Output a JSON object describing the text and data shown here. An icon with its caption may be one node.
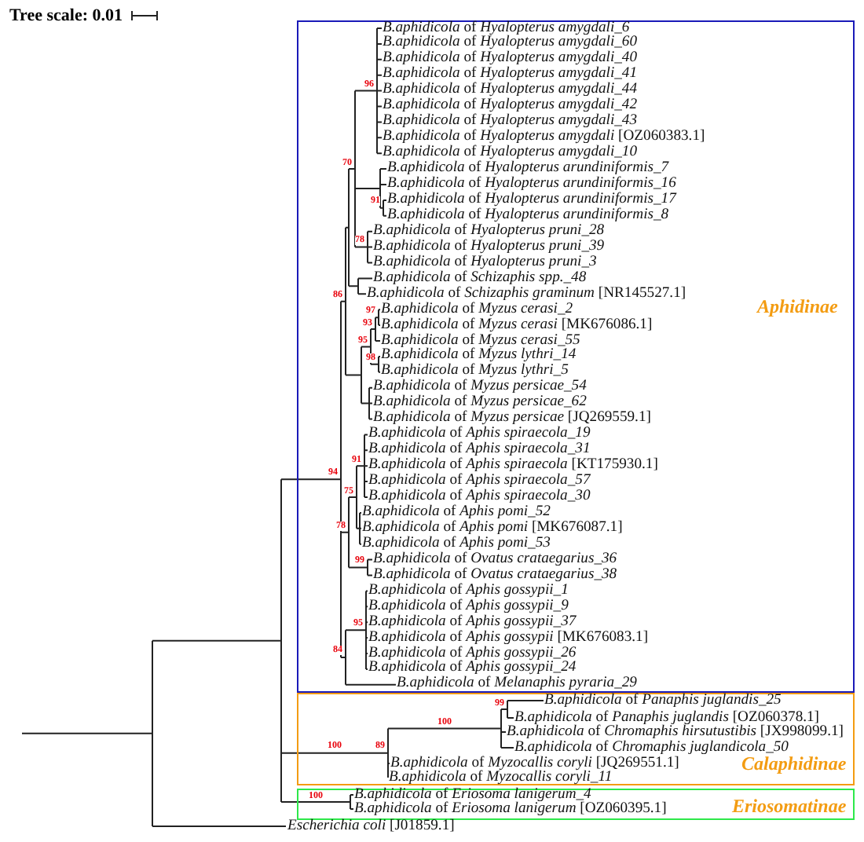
{
  "diagram": {
    "nodes": [
      {
        "text": [
          "Aphidinae"
        ]
      },
      {
        "text": [
          "*B.aphidicola* of *Hyalopterus amygdali_6*"
        ],
        "in": 0
      },
      {
        "text": [
          "*B.aphidicola* of *Hyalopterus amygdali_60*"
        ],
        "in": 0
      },
      {
        "text": [
          "*B.aphidicola* of *Hyalopterus amygdali_40*"
        ],
        "in": 0
      },
      {
        "text": [
          "*B.aphidicola* of *Hyalopterus amygdali_41*"
        ],
        "in": 0
      },
      {
        "text": [
          "*B.aphidicola* of *Hyalopterus amygdali_44*"
        ],
        "in": 0
      },
      {
        "text": [
          "*B.aphidicola* of *Hyalopterus amygdali_42*"
        ],
        "in": 0
      },
      {
        "text": [
          "*B.aphidicola* of *Hyalopterus amygdali_43*"
        ],
        "in": 0
      },
      {
        "text": [
          "*B.aphidicola* of *Hyalopterus amygdali* [OZ060383.1]"
        ],
        "in": 0
      },
      {
        "text": [
          "*B.aphidicola* of *Hyalopterus amygdali_10*"
        ],
        "in": 0
      },
      {
        "text": [
          "*B.aphidicola* of *Hyalopterus arundiniformis_7*"
        ],
        "in": 0
      },
      {
        "text": [
          "*B.aphidicola* of *Hyalopterus arundiniformis_16*"
        ],
        "in": 0
      },
      {
        "text": [
          "*B.aphidicola* of *Hyalopterus arundiniformis_17*"
        ],
        "in": 0
      },
      {
        "text": [
          "*B.aphidicola* of *Hyalopterus arundiniformis_8*"
        ],
        "in": 0
      },
      {
        "text": [
          "*B.aphidicola* of *Hyalopterus pruni_28*"
        ],
        "in": 0
      },
      {
        "text": [
          "*B.aphidicola* of *Hyalopterus pruni_39*"
        ],
        "in": 0
      },
      {
        "text": [
          "*B.aphidicola* of *Hyalopterus pruni_3*"
        ],
        "in": 0
      },
      {
        "text": [
          "*B.aphidicola* of *Schizaphis spp._48*"
        ],
        "in": 0
      },
      {
        "text": [
          "*B.aphidicola* of *Schizaphis graminum* [NR145527.1]"
        ],
        "in": 0
      },
      {
        "text": [
          "*B.aphidicola* of *Myzus cerasi_2*"
        ],
        "in": 0
      },
      {
        "text": [
          "*B.aphidicola* of *Myzus cerasi* [MK676086.1]"
        ],
        "in": 0
      },
      {
        "text": [
          "*B.aphidicola* of *Myzus cerasi_55*"
        ],
        "in": 0
      },
      {
        "text": [
          "*B.aphidicola* of *Myzus lythri_14*"
        ],
        "in": 0
      },
      {
        "text": [
          "*B.aphidicola* of *Myzus lythri_5*"
        ],
        "in": 0
      },
      {
        "text": [
          "*B.aphidicola* of *Myzus persicae_54*"
        ],
        "in": 0
      },
      {
        "text": [
          "*B.aphidicola* of *Myzus persicae_62*"
        ],
        "in": 0
      },
      {
        "text": [
          "*B.aphidicola* of *Myzus persicae* [JQ269559.1]"
        ],
        "in": 0
      },
      {
        "text": [
          "*B.aphidicola* of *Aphis spiraecola_19*"
        ],
        "in": 0
      },
      {
        "text": [
          "*B.aphidicola* of *Aphis spiraecola_31*"
        ],
        "in": 0
      },
      {
        "text": [
          "*B.aphidicola* of *Aphis spiraecola* [KT175930.1]"
        ],
        "in": 0
      },
      {
        "text": [
          "*B.aphidicola* of *Aphis spiraecola_57*"
        ],
        "in": 0
      },
      {
        "text": [
          "*B.aphidicola* of *Aphis spiraecola_30*"
        ],
        "in": 0
      },
      {
        "text": [
          "*B.aphidicola* of *Aphis pomi_52*"
        ],
        "in": 0
      },
      {
        "text": [
          "*B.aphidicola* of *Aphis pomi* [MK676087.1]"
        ],
        "in": 0
      },
      {
        "text": [
          "*B.aphidicola* of *Aphis pomi_53*"
        ],
        "in": 0
      },
      {
        "text": [
          "*B.aphidicola* of *Ovatus crataegarius_36*"
        ],
        "in": 0
      },
      {
        "text": [
          "*B.aphidicola* of *Ovatus crataegarius_38*"
        ],
        "in": 0
      },
      {
        "text": [
          "*B.aphidicola* of *Aphis gossypii_1*"
        ],
        "in": 0
      },
      {
        "text": [
          "*B.aphidicola* of *Aphis gossypii_9*"
        ],
        "in": 0
      },
      {
        "text": [
          "*B.aphidicola* of *Aphis gossypii_37*"
        ],
        "in": 0
      },
      {
        "text": [
          "*B.aphidicola* of *Aphis gossypii* [MK676083.1]"
        ],
        "in": 0
      },
      {
        "text": [
          "*B.aphidicola* of *Aphis gossypii_26*"
        ],
        "in": 0
      },
      {
        "text": [
          "*B.aphidicola* of *Aphis gossypii_24*"
        ],
        "in": 0
      },
      {
        "text": [
          "*B.aphidicola* of *Melanaphis pyraria_29*"
        ],
        "in": 0
      },
      {
        "text": [
          "Calaphidinae"
        ]
      },
      {
        "text": [
          "*B.aphidicola* of *Panaphis juglandis_25*"
        ],
        "in": 44
      },
      {
        "text": [
          "*B.aphidicola* of *Panaphis juglandis* [OZ060378.1]"
        ],
        "in": 44
      },
      {
        "text": [
          "*B.aphidicola* of *Chromaphis hirsutustibis* [JX998099.1]"
        ],
        "in": 44
      },
      {
        "text": [
          "*B.aphidicola* of *Chromaphis juglandicola_50*"
        ],
        "in": 44
      },
      {
        "text": [
          "*B.aphidicola* of *Myzocallis coryli* [JQ269551.1]"
        ],
        "in": 44
      },
      {
        "text": [
          "*B.aphidicola* of *Myzocallis coryli_11*"
        ],
        "in": 44
      },
      {
        "text": [
          "Eriosomatinae"
        ]
      },
      {
        "text": [
          "*B.aphidicola* of *Eriosoma lanigerum_4*"
        ],
        "in": 51
      },
      {
        "text": [
          "*B.aphidicola* of *Eriosoma lanigerum* [OZ060395.1]"
        ],
        "in": 51
      },
      {
        "text": [
          "*Escherichia coli* [J01859.1]"
        ]
      }
    ],
    "labels": [
      "Tree scale: 0.01",
      "96",
      "91",
      "70",
      "78",
      "97",
      "93",
      "95",
      "98",
      "86",
      "94",
      "91",
      "75",
      "78",
      "99",
      "95",
      "84",
      "99",
      "89",
      "100",
      "100",
      "100"
    ]
  }
}
